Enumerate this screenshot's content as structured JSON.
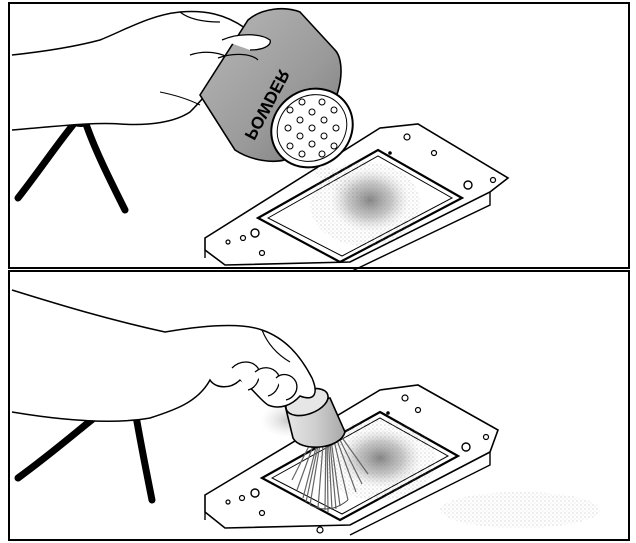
{
  "figure": {
    "panel_top": {
      "can_label": "POWDER"
    },
    "panel_bottom": {}
  },
  "colors": {
    "stroke": "#000000",
    "background": "#ffffff",
    "powder": "#8a8a8a",
    "can_gray": "#9a9a9a",
    "brush_cap": "#d0d0d0"
  },
  "icons": [
    "hand",
    "powder-can",
    "fingerprint-scanner",
    "brush",
    "wrist-strap"
  ]
}
